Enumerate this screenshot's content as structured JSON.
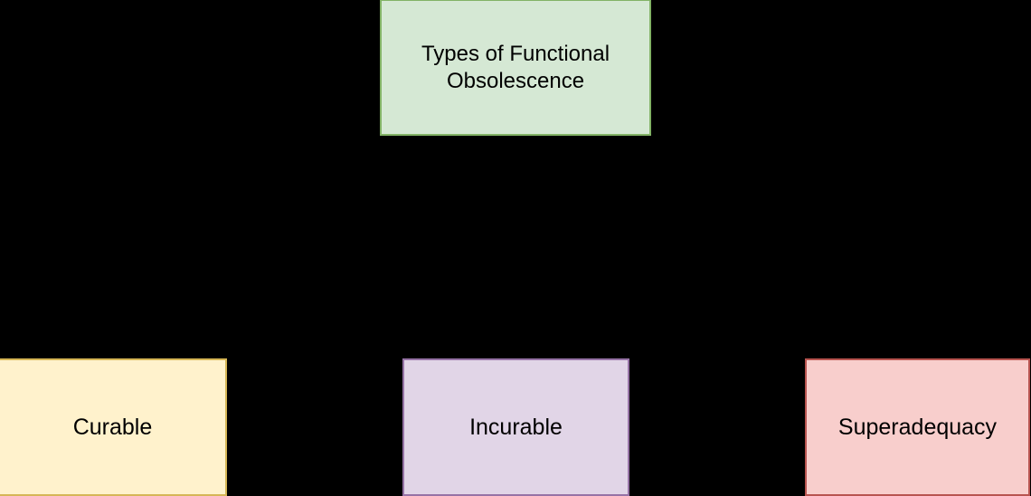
{
  "diagram": {
    "title": "Types of Functional Obsolescence",
    "background_color": "#000000",
    "text_color": "#000000",
    "nodes": [
      {
        "id": "root",
        "label": "Types of Functional\nObsolescence",
        "fill": "#d5e8d4",
        "stroke": "#82b366"
      },
      {
        "id": "curable",
        "label": "Curable",
        "fill": "#fff2cc",
        "stroke": "#d6b656"
      },
      {
        "id": "incurable",
        "label": "Incurable",
        "fill": "#e1d5e7",
        "stroke": "#9673a6"
      },
      {
        "id": "superadequacy",
        "label": "Superadequacy",
        "fill": "#f8cecc",
        "stroke": "#b85450"
      }
    ],
    "edges": [
      {
        "from": "root",
        "to": "curable",
        "color": "#000000"
      },
      {
        "from": "root",
        "to": "incurable",
        "color": "#000000"
      },
      {
        "from": "root",
        "to": "superadequacy",
        "color": "#000000"
      }
    ]
  }
}
